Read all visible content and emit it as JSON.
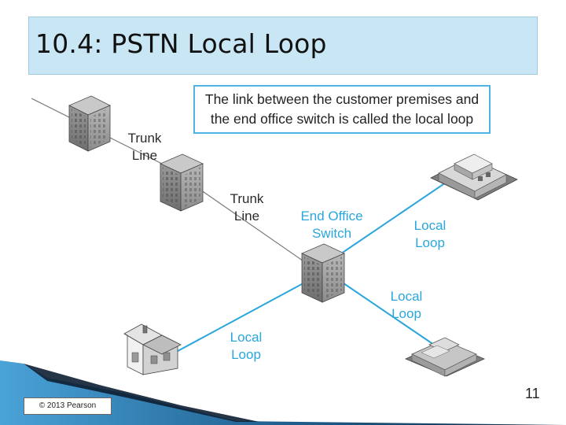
{
  "slide": {
    "title": "10.4: PSTN Local Loop",
    "page_number": "11",
    "copyright": "© 2013 Pearson"
  },
  "note": {
    "line1": "The link between the customer premises and",
    "line2": "the end office switch is called the local loop"
  },
  "labels": {
    "trunk1": [
      "Trunk",
      "Line"
    ],
    "trunk2": [
      "Trunk",
      "Line"
    ],
    "end_office": [
      "End Office",
      "Switch"
    ],
    "local_loop_right_top": [
      "Local",
      "Loop"
    ],
    "local_loop_right_bottom": [
      "Local",
      "Loop"
    ],
    "local_loop_left": [
      "Local",
      "Loop"
    ]
  },
  "colors": {
    "title_bg": "#c9e6f4",
    "accent_blue": "#29a6dc",
    "trunk_line": "#777777",
    "building": "#8a8a8a"
  }
}
